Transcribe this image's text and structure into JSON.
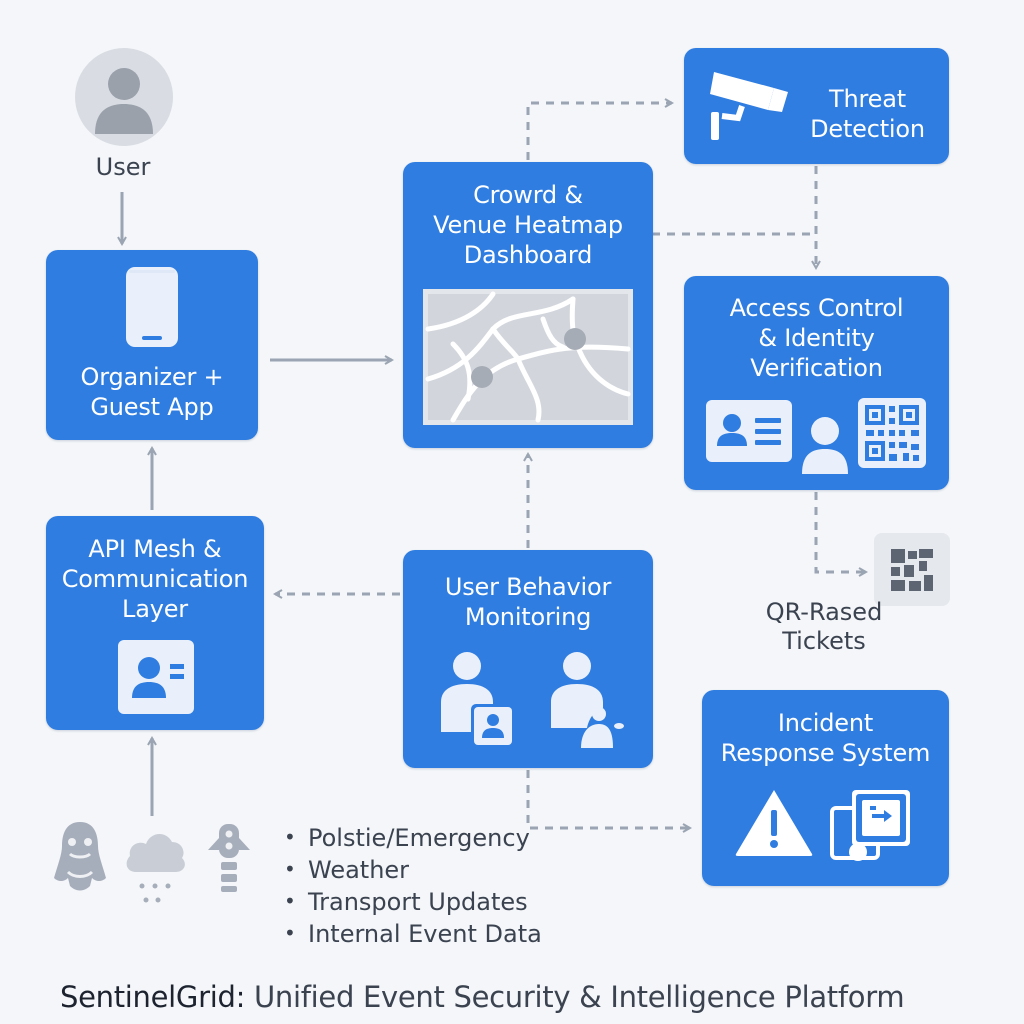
{
  "user": {
    "label": "User"
  },
  "nodes": {
    "organizer_app": {
      "title": "Organizer +\nGuest App"
    },
    "heatmap_dashboard": {
      "title": "Crowrd &\nVenue Heatmap\nDashboard"
    },
    "threat_detection": {
      "title": "Threat\nDetection"
    },
    "access_control": {
      "title": "Access Control\n& Identity\nVerification"
    },
    "api_mesh": {
      "title": "API Mesh &\nCommunication\nLayer"
    },
    "behavior_monitoring": {
      "title": "User Behavior\nMonitoring"
    },
    "incident_response": {
      "title": "Incident\nResponse System"
    }
  },
  "qr_tickets": {
    "label": "QR-Rased\nTickets"
  },
  "data_feeds": {
    "items": [
      "Polstie/Emergency",
      "Weather",
      "Transport Updates",
      "Internal Event Data"
    ]
  },
  "footer": {
    "brand": "SentinelGrid:",
    "rest": " Unified Event Security & Intelligence Platform"
  },
  "colors": {
    "box": "#2f7de0",
    "background": "#f4f6f9",
    "connector": "#9aa4b2",
    "icon_gray": "#a7aebb"
  }
}
